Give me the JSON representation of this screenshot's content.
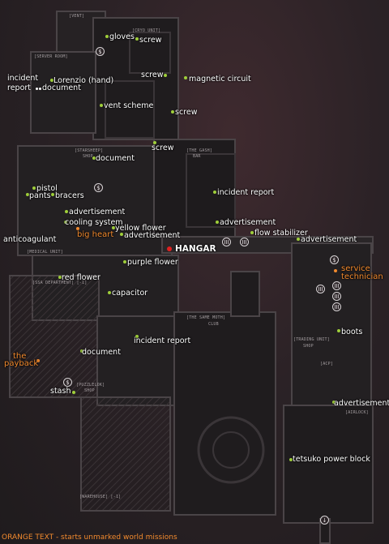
{
  "rooms": {
    "vent": "[VENT]",
    "cryo": "[CRYO UNIT]",
    "server": "[SERVER ROOM]",
    "starsheep": "[STARSHEEP]",
    "starsheep_sub": "SHOP",
    "gash": "[THE GASH]",
    "gash_sub": "BAR",
    "medical": "[MEDICAL UNIT]",
    "ssa": "[SSA DEPARTMENT] [-1]",
    "same_moth": "[THE SAME MOTH]",
    "club": "CLUB",
    "trading": "[TRADING UNIT]",
    "trading_sub": "SHOP",
    "acp": "[ACP]",
    "airlock": "[AIRLOCK]",
    "puzzle": "[PUZZLELOK]",
    "puzzle_sub": "SHOP",
    "warehouse": "[WAREHOUSE] [-1]"
  },
  "labels": {
    "gloves": "gloves",
    "screw1": "screw",
    "screw2": "screw",
    "screw3": "screw",
    "screw4": "screw",
    "magnetic": "magnetic circuit",
    "incident1": "incident",
    "incident1b": "report",
    "lorenzio": "Lorenzio (hand)",
    "document1": "document",
    "vent_scheme": "vent scheme",
    "document2": "document",
    "pistol": "pistol",
    "pants": "pants",
    "bracers": "bracers",
    "incident2": "incident report",
    "advert1": "advertisement",
    "cooling": "cooling system",
    "yellow_flower": "yellow flower",
    "advert2": "advertisement",
    "advert3": "advertisement",
    "big_heart": "big heart",
    "flow": "flow stabilizer",
    "advert4": "advertisement",
    "anticoag": "anticoagulant",
    "hangar": "HANGAR",
    "purple_flower": "purple flower",
    "service": "service",
    "technician": "technician",
    "red_flower": "red flower",
    "capacitor": "capacitor",
    "boots": "boots",
    "the": "the",
    "payback": "payback",
    "document3": "document",
    "incident3": "incident report",
    "stash": "stash",
    "advert5": "advertisement",
    "tetsuko": "tetsuko power block"
  },
  "icons": {
    "dollar": "$",
    "bars": "III",
    "down": "↓"
  },
  "footer": {
    "orange": "ORANGE TEXT",
    "rest": " - starts unmarked world missions"
  },
  "colors": {
    "item_dot": "#9fcf3a",
    "mission": "#f28a2e",
    "hangar": "#e02020"
  }
}
